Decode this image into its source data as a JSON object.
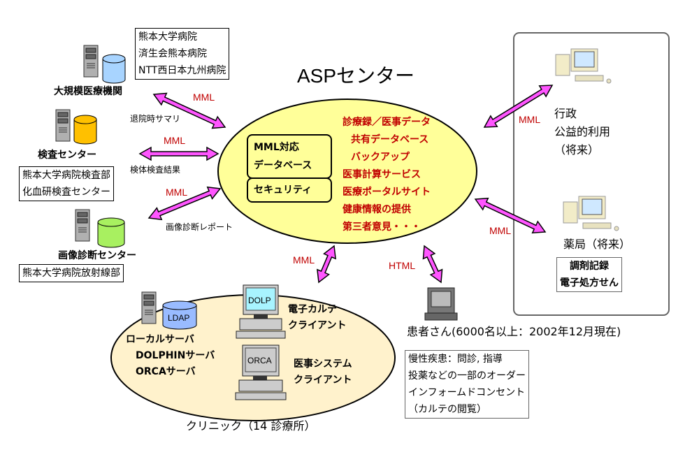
{
  "title": "ASPセンター",
  "asp_center": {
    "db_box": [
      "MML対応",
      "データベース"
    ],
    "security_box": "セキュリティ",
    "services": [
      "診療録／医事データ",
      "共有データベース",
      "バックアップ",
      "医事計算サービス",
      "医療ポータルサイト",
      "健康情報の提供",
      "第三者意見・・・"
    ]
  },
  "left_nodes": [
    {
      "label": "大規模医療機関",
      "members": [
        "熊本大学病院",
        "済生会熊本病院",
        "NTT西日本九州病院"
      ],
      "link_label": "退院時サマリ",
      "protocol": "MML",
      "db_color": "#a8d4ff"
    },
    {
      "label": "検査センター",
      "members": [
        "熊本大学病院検査部",
        "化血研検査センター"
      ],
      "link_label": "検体検査結果",
      "protocol": "MML",
      "db_color": "#ffc000"
    },
    {
      "label": "画像診断センター",
      "members": [
        "熊本大学病院放射線部"
      ],
      "link_label": "画像診断レポート",
      "protocol": "MML",
      "db_color": "#a8f060"
    }
  ],
  "right_nodes": {
    "gov": {
      "lines": [
        "行政",
        "公益的利用",
        "（将来）"
      ],
      "protocol": "MML"
    },
    "pharmacy": {
      "label": "薬局（将来）",
      "members": [
        "調剤記録",
        "電子処方せん"
      ],
      "protocol": "MML"
    }
  },
  "patient": {
    "label": "患者さん(6000名以上：2002年12月現在)",
    "protocol": "HTML",
    "services": [
      "慢性疾患：問診, 指導",
      "投薬などの一部のオーダー",
      "インフォームドコンセント",
      "（カルテの閲覧）"
    ]
  },
  "clinic": {
    "caption": "クリニック（14 診療所）",
    "protocol": "MML",
    "server_db_label": "LDAP",
    "servers": [
      "ローカルサーバ",
      "DOLPHINサーバ",
      "ORCAサーバ"
    ],
    "emr_screen": "DOLP",
    "emr_label": [
      "電子カルテ",
      "クライアント"
    ],
    "billing_screen": "ORCA",
    "billing_label": [
      "医事システム",
      "クライアント"
    ]
  },
  "colors": {
    "asp_ellipse": "#ffff99",
    "clinic_ellipse": "#fff2cc",
    "arrow": "#ff55ff",
    "protocol_text": "#c00000",
    "service_text": "#c00000"
  }
}
